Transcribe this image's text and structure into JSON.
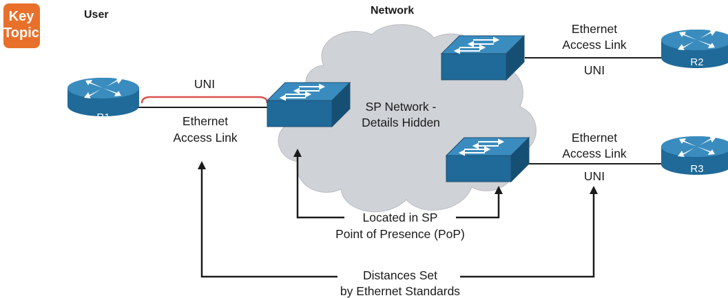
{
  "key_topic": {
    "line1": "Key",
    "line2": "Topic",
    "color": "#e8702a"
  },
  "headers": {
    "user": "User",
    "network": "Network"
  },
  "cloud": {
    "line1": "SP Network -",
    "line2": "Details Hidden",
    "fill": "#cfd2d6"
  },
  "routers": {
    "r1": {
      "label": "R1",
      "icon": "router-icon"
    },
    "r2": {
      "label": "R2",
      "icon": "router-icon"
    },
    "r3": {
      "label": "R3",
      "icon": "router-icon"
    }
  },
  "links": {
    "left": {
      "uni": "UNI",
      "line1": "Ethernet",
      "line2": "Access Link",
      "uni_highlight": "#d9534f"
    },
    "top_right": {
      "line1": "Ethernet",
      "line2": "Access Link",
      "uni": "UNI"
    },
    "bottom_right": {
      "line1": "Ethernet",
      "line2": "Access Link",
      "uni": "UNI"
    }
  },
  "annotations": {
    "pop": {
      "line1": "Located in SP",
      "line2": "Point of Presence (PoP)"
    },
    "distance": {
      "line1": "Distances Set",
      "line2": "by Ethernet Standards"
    }
  },
  "colors": {
    "device": "#1f6a98",
    "device_top": "#3a8cbf",
    "line": "#1a1a1a"
  }
}
